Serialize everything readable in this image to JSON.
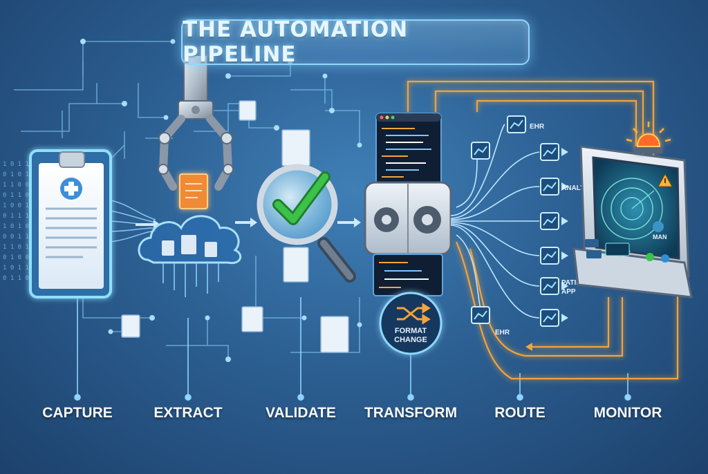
{
  "title": "THE AUTOMATION PIPELINE",
  "stages": [
    {
      "id": "capture",
      "label": "CAPTURE"
    },
    {
      "id": "extract",
      "label": "EXTRACT"
    },
    {
      "id": "validate",
      "label": "VALIDATE"
    },
    {
      "id": "transform",
      "label": "TRANSFORM"
    },
    {
      "id": "route",
      "label": "ROUTE"
    },
    {
      "id": "monitor",
      "label": "MONITOR"
    }
  ],
  "transform": {
    "badge_line1": "FORMAT",
    "badge_line2": "CHANGE"
  },
  "route": {
    "destinations": [
      "EHR",
      "ANALYTICS",
      "PATIENT",
      "APP",
      "EHR"
    ]
  },
  "monitor": {
    "screen_label": "MAN"
  },
  "colors": {
    "background": "#2c5f92",
    "accent_glow": "#8fd8ff",
    "flow_orange": "#f5a43a",
    "check_green": "#3cc24a",
    "alert_red": "#ff6a2a"
  },
  "icons": [
    "clipboard-medical-icon",
    "robotic-claw-icon",
    "cloud-icon",
    "magnifier-check-icon",
    "gear-icon",
    "shuffle-icon",
    "chart-icon",
    "alarm-light-icon",
    "radar-screen-icon",
    "warning-icon"
  ]
}
